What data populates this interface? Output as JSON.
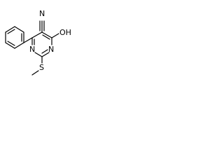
{
  "molecule": {
    "atom_labels": {
      "cyano_n": "N",
      "hydroxyl": "OH",
      "ring_n_right": "N",
      "ring_n_left": "N",
      "sulfur": "S"
    }
  }
}
